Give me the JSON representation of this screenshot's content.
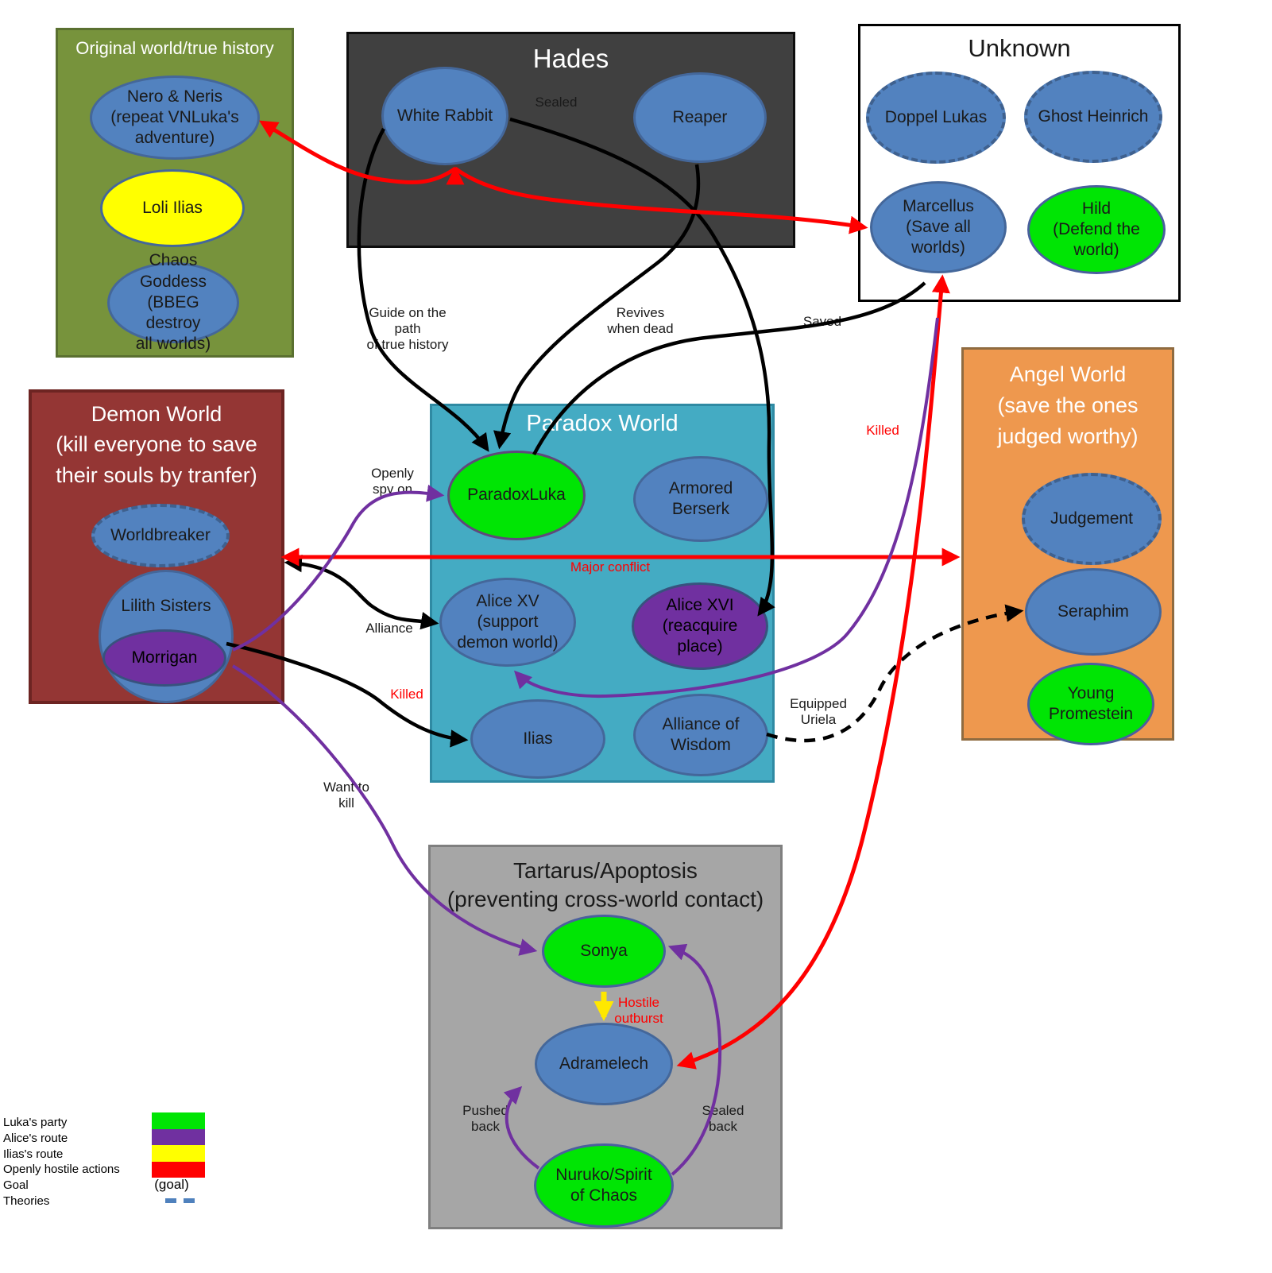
{
  "groups": {
    "original": {
      "title": "Original world/true history",
      "nodes": {
        "nero": "Nero & Neris\n(repeat VNLuka's\nadventure)",
        "loli": "Loli Ilias",
        "chaos": "Chaos Goddess\n(BBEG destroy\nall worlds)"
      }
    },
    "hades": {
      "title": "Hades",
      "nodes": {
        "white_rabbit": "White Rabbit",
        "reaper": "Reaper"
      }
    },
    "unknown": {
      "title": "Unknown",
      "nodes": {
        "doppel": "Doppel Lukas",
        "ghost": "Ghost Heinrich",
        "marcellus": "Marcellus\n(Save all\nworlds)",
        "hild": "Hild\n(Defend the\nworld)"
      }
    },
    "demon": {
      "title": "Demon World\n(kill everyone to save\ntheir souls by tranfer)",
      "nodes": {
        "worldbreaker": "Worldbreaker",
        "lilith": "Lilith Sisters",
        "morrigan": "Morrigan"
      }
    },
    "paradox": {
      "title": "Paradox World",
      "nodes": {
        "paradoxluka": "ParadoxLuka",
        "armored": "Armored\nBerserk",
        "alicexv": "Alice XV\n(support\ndemon world)",
        "alicexvi": "Alice XVI\n(reacquire\nplace)",
        "ilias": "Ilias",
        "alliance_wisdom": "Alliance of\nWisdom"
      }
    },
    "angel": {
      "title": "Angel World\n(save the ones\njudged worthy)",
      "nodes": {
        "judgement": "Judgement",
        "seraphim": "Seraphim",
        "promestein": "Young\nPromestein"
      }
    },
    "tartarus": {
      "title": "Tartarus/Apoptosis\n(preventing cross-world contact)",
      "nodes": {
        "sonya": "Sonya",
        "adramelech": "Adramelech",
        "nuruko": "Nuruko/Spirit\nof Chaos"
      }
    }
  },
  "edge_labels": {
    "sealed": "Sealed",
    "guide": "Guide on the path\nof true history",
    "revives": "Revives\nwhen dead",
    "saved": "Saved",
    "killed_marcellus": "Killed",
    "openly_spy": "Openly\nspy on",
    "major_conflict": "Major conflict",
    "alliance": "Alliance",
    "killed_ilias": "Killed",
    "equipped_uriela": "Equipped\nUriela",
    "want_to_kill": "Want to\nkill",
    "hostile_outburst": "Hostile\noutburst",
    "pushed_back": "Pushed\nback",
    "sealed_back": "Sealed\nback"
  },
  "legend": {
    "items": [
      {
        "label": "Luka's party",
        "color": "#00e504"
      },
      {
        "label": "Alice's route",
        "color": "#7030a0"
      },
      {
        "label": "Ilias's route",
        "color": "#ffff00"
      },
      {
        "label": "Openly hostile actions",
        "color": "#ff0000"
      },
      {
        "label": "Goal",
        "marker": "(goal)"
      },
      {
        "label": "Theories",
        "marker": "dashed blue line",
        "color": "#4f81bd"
      }
    ]
  },
  "colors": {
    "luka_party_green": "#00e504",
    "alice_route_purple": "#7030a0",
    "ilias_route_yellow": "#ffff00",
    "hostile_red": "#ff0000",
    "node_blue": "#5282bf",
    "theories_blue": "#4f81bd",
    "paradox_teal": "#44abc3",
    "demon_red": "#943634",
    "angel_orange": "#ee984e",
    "hades_gray": "#404040",
    "tartarus_gray": "#a6a6a6",
    "original_olive": "#77933c"
  }
}
